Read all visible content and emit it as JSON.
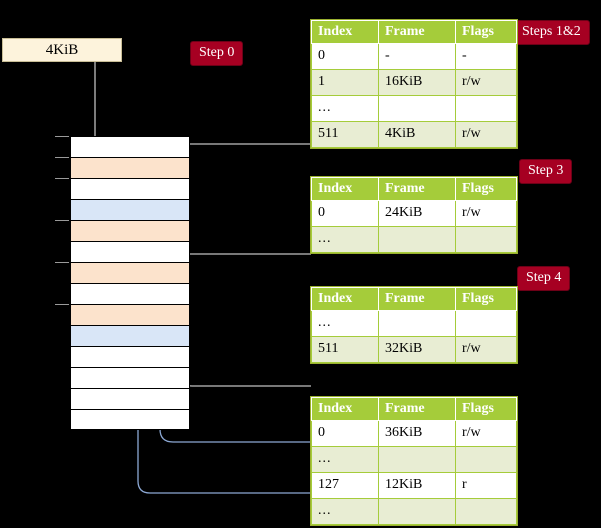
{
  "labels": {
    "source_box": "4KiB",
    "step0": "Step 0",
    "steps12": "Steps 1&2",
    "step3": "Step 3",
    "step4": "Step 4"
  },
  "colors": {
    "table_header": "#A5CC3A",
    "table_alt_row": "#E8EDD3",
    "highlight_cell": "#FBFBAE",
    "badge": "#A60022",
    "source_box": "#FDF3DC",
    "memory_orange": "#FCE3CC",
    "memory_blue": "#D9E6F7",
    "wire_gray": "#BFBFBF",
    "wire_blue": "#8CA8D4"
  },
  "columns": [
    "Index",
    "Frame",
    "Flags"
  ],
  "tables": [
    {
      "name": "pml4",
      "rows": [
        {
          "index": "0",
          "frame": "-",
          "flags": "-",
          "alt": false,
          "hl": false
        },
        {
          "index": "1",
          "frame": "16KiB",
          "flags": "r/w",
          "alt": true,
          "hl": false
        },
        {
          "index": "...",
          "frame": "",
          "flags": "",
          "alt": false,
          "hl": false
        },
        {
          "index": "511",
          "frame": "4KiB",
          "flags": "r/w",
          "alt": true,
          "hl": true
        }
      ]
    },
    {
      "name": "pdpt",
      "rows": [
        {
          "index": "0",
          "frame": "24KiB",
          "flags": "r/w",
          "alt": false,
          "hl": false
        },
        {
          "index": "...",
          "frame": "",
          "flags": "",
          "alt": true,
          "hl": false
        }
      ]
    },
    {
      "name": "pd",
      "rows": [
        {
          "index": "...",
          "frame": "",
          "flags": "",
          "alt": false,
          "hl": false
        },
        {
          "index": "511",
          "frame": "32KiB",
          "flags": "r/w",
          "alt": true,
          "hl": false
        }
      ]
    },
    {
      "name": "pt",
      "rows": [
        {
          "index": "0",
          "frame": "36KiB",
          "flags": "r/w",
          "alt": false,
          "hl": false
        },
        {
          "index": "...",
          "frame": "",
          "flags": "",
          "alt": true,
          "hl": false
        },
        {
          "index": "127",
          "frame": "12KiB",
          "flags": "r",
          "alt": false,
          "hl": false
        },
        {
          "index": "...",
          "frame": "",
          "flags": "",
          "alt": true,
          "hl": false
        }
      ]
    }
  ],
  "memory_cells": [
    {
      "fill": "white",
      "tick": true
    },
    {
      "fill": "orange",
      "tick": true
    },
    {
      "fill": "white",
      "tick": true
    },
    {
      "fill": "blue",
      "tick": false
    },
    {
      "fill": "orange",
      "tick": true
    },
    {
      "fill": "white",
      "tick": false
    },
    {
      "fill": "orange",
      "tick": true
    },
    {
      "fill": "white",
      "tick": false
    },
    {
      "fill": "orange",
      "tick": true
    },
    {
      "fill": "blue",
      "tick": false
    },
    {
      "fill": "white",
      "tick": false
    },
    {
      "fill": "white",
      "tick": false
    },
    {
      "fill": "white",
      "tick": false
    },
    {
      "fill": "white",
      "tick": false
    }
  ]
}
